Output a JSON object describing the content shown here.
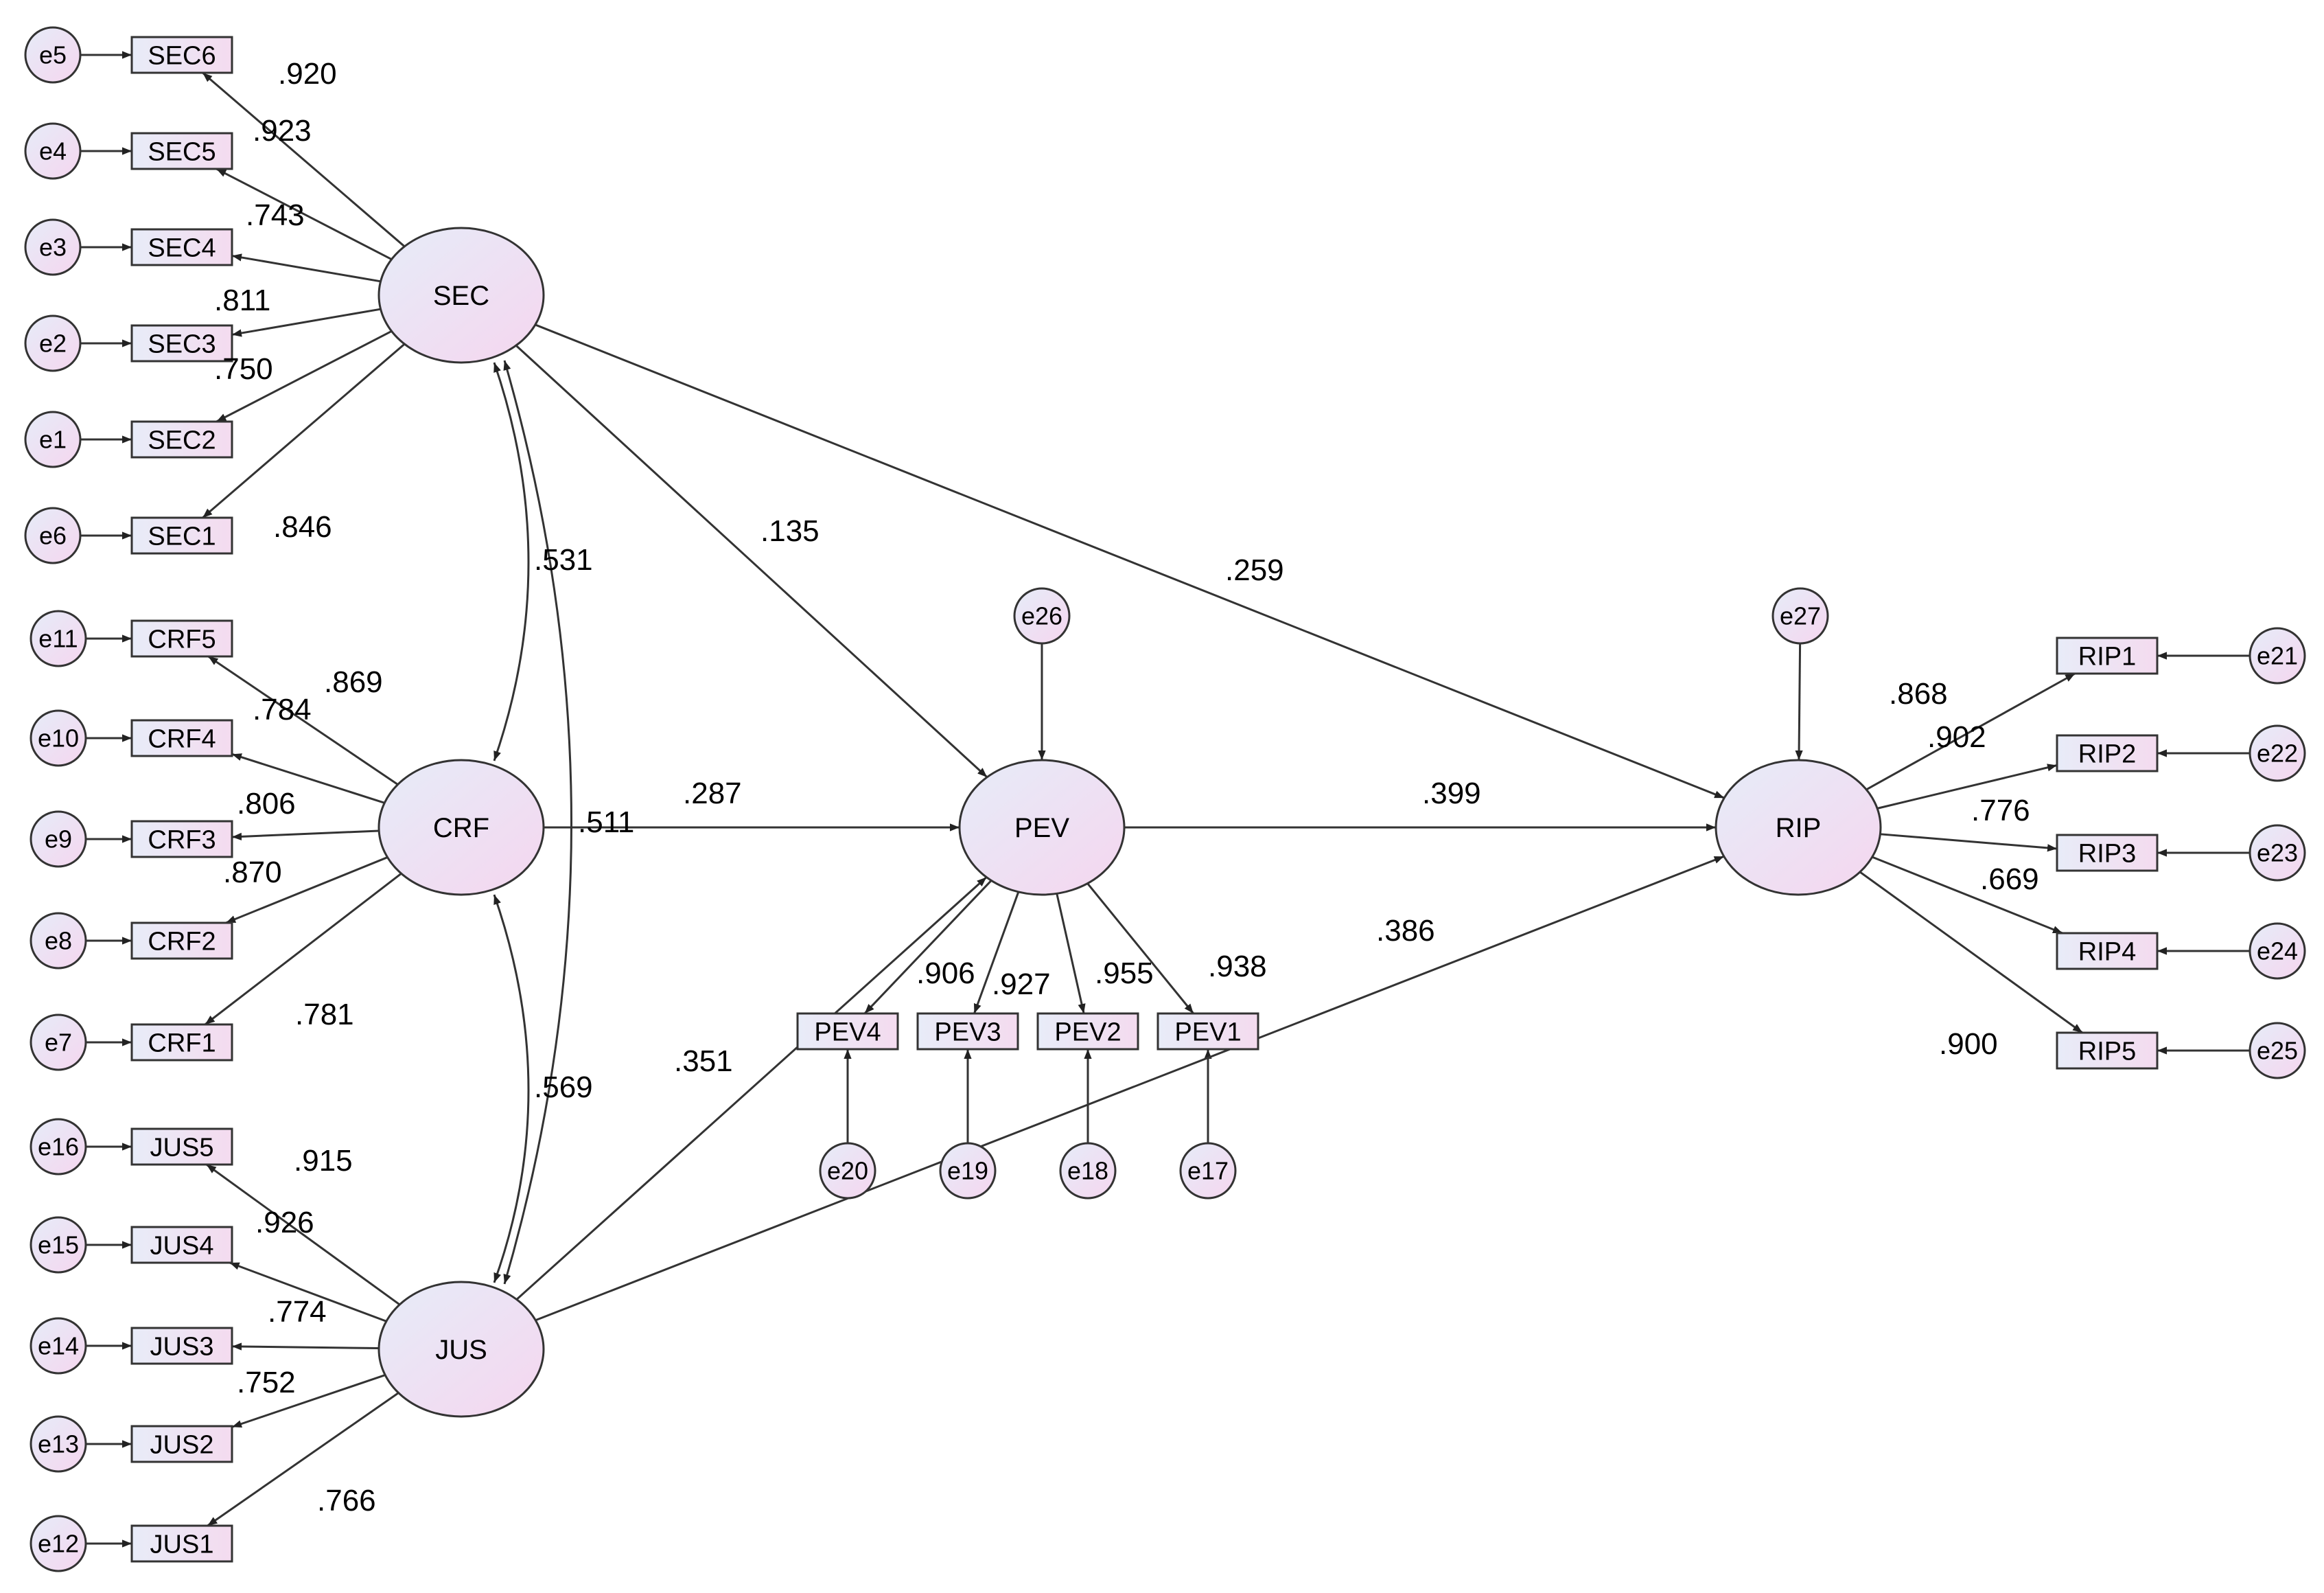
{
  "colors": {
    "node_fill_light": "#e8ecf6",
    "node_fill_pink": "#f3d8f0",
    "stroke": "#333333",
    "text": "#000000",
    "background": "#ffffff"
  },
  "latent": {
    "sec": "SEC",
    "crf": "CRF",
    "jus": "JUS",
    "pev": "PEV",
    "rip": "RIP"
  },
  "indicators": {
    "sec6": "SEC6",
    "sec5": "SEC5",
    "sec4": "SEC4",
    "sec3": "SEC3",
    "sec2": "SEC2",
    "sec1": "SEC1",
    "crf5": "CRF5",
    "crf4": "CRF4",
    "crf3": "CRF3",
    "crf2": "CRF2",
    "crf1": "CRF1",
    "jus5": "JUS5",
    "jus4": "JUS4",
    "jus3": "JUS3",
    "jus2": "JUS2",
    "jus1": "JUS1",
    "pev4": "PEV4",
    "pev3": "PEV3",
    "pev2": "PEV2",
    "pev1": "PEV1",
    "rip1": "RIP1",
    "rip2": "RIP2",
    "rip3": "RIP3",
    "rip4": "RIP4",
    "rip5": "RIP5"
  },
  "errors": {
    "e1": "e1",
    "e2": "e2",
    "e3": "e3",
    "e4": "e4",
    "e5": "e5",
    "e6": "e6",
    "e7": "e7",
    "e8": "e8",
    "e9": "e9",
    "e10": "e10",
    "e11": "e11",
    "e12": "e12",
    "e13": "e13",
    "e14": "e14",
    "e15": "e15",
    "e16": "e16",
    "e17": "e17",
    "e18": "e18",
    "e19": "e19",
    "e20": "e20",
    "e21": "e21",
    "e22": "e22",
    "e23": "e23",
    "e24": "e24",
    "e25": "e25",
    "e26": "e26",
    "e27": "e27"
  },
  "loadings": {
    "sec6": ".920",
    "sec5": ".923",
    "sec4": ".743",
    "sec3": ".811",
    "sec2": ".750",
    "sec1": ".846",
    "crf5": ".869",
    "crf4": ".784",
    "crf3": ".806",
    "crf2": ".870",
    "crf1": ".781",
    "jus5": ".915",
    "jus4": ".926",
    "jus3": ".774",
    "jus2": ".752",
    "jus1": ".766",
    "pev4": ".906",
    "pev3": ".927",
    "pev2": ".955",
    "pev1": ".938",
    "rip1": ".868",
    "rip2": ".902",
    "rip3": ".776",
    "rip4": ".669",
    "rip5": ".900"
  },
  "paths": {
    "sec_pev": ".135",
    "sec_rip": ".259",
    "crf_pev": ".287",
    "jus_pev": ".351",
    "jus_rip": ".386",
    "pev_rip": ".399"
  },
  "correlations": {
    "sec_crf": ".531",
    "crf_jus": ".569",
    "sec_jus": ".511"
  }
}
